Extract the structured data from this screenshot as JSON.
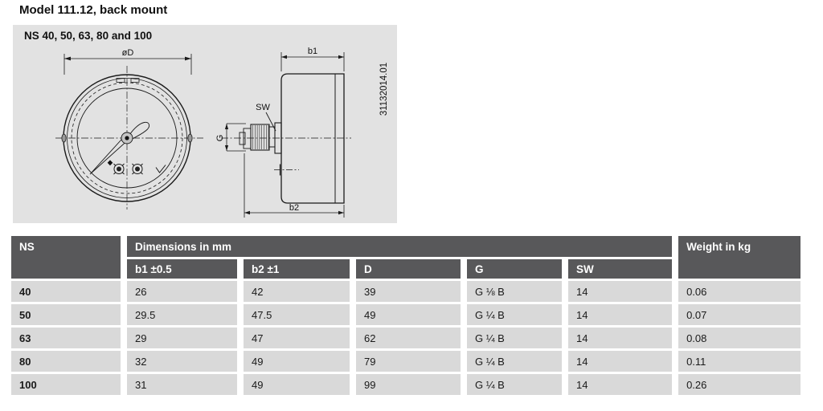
{
  "page": {
    "title": "Model 111.12, back mount"
  },
  "drawing": {
    "heading": "NS 40, 50, 63, 80 and 100",
    "doc_number": "31132014.01",
    "labels": {
      "diameter": "øD",
      "b1": "b1",
      "b2": "b2",
      "sw": "SW",
      "g": "G"
    }
  },
  "table": {
    "header": {
      "ns": "NS",
      "dimensions": "Dimensions in mm",
      "weight": "Weight in kg"
    },
    "sub_headers": [
      "b1 ±0.5",
      "b2 ±1",
      "D",
      "G",
      "SW"
    ],
    "rows": [
      {
        "ns": "40",
        "b1": "26",
        "b2": "42",
        "d": "39",
        "g": "G ⅛ B",
        "sw": "14",
        "weight": "0.06"
      },
      {
        "ns": "50",
        "b1": "29.5",
        "b2": "47.5",
        "d": "49",
        "g": "G ¼ B",
        "sw": "14",
        "weight": "0.07"
      },
      {
        "ns": "63",
        "b1": "29",
        "b2": "47",
        "d": "62",
        "g": "G ¼ B",
        "sw": "14",
        "weight": "0.08"
      },
      {
        "ns": "80",
        "b1": "32",
        "b2": "49",
        "d": "79",
        "g": "G ¼ B",
        "sw": "14",
        "weight": "0.11"
      },
      {
        "ns": "100",
        "b1": "31",
        "b2": "49",
        "d": "99",
        "g": "G ¼ B",
        "sw": "14",
        "weight": "0.26"
      }
    ]
  },
  "colors": {
    "header_bg": "#58585a",
    "row_bg": "#d9d9d9",
    "panel_bg": "#e2e2e2"
  }
}
